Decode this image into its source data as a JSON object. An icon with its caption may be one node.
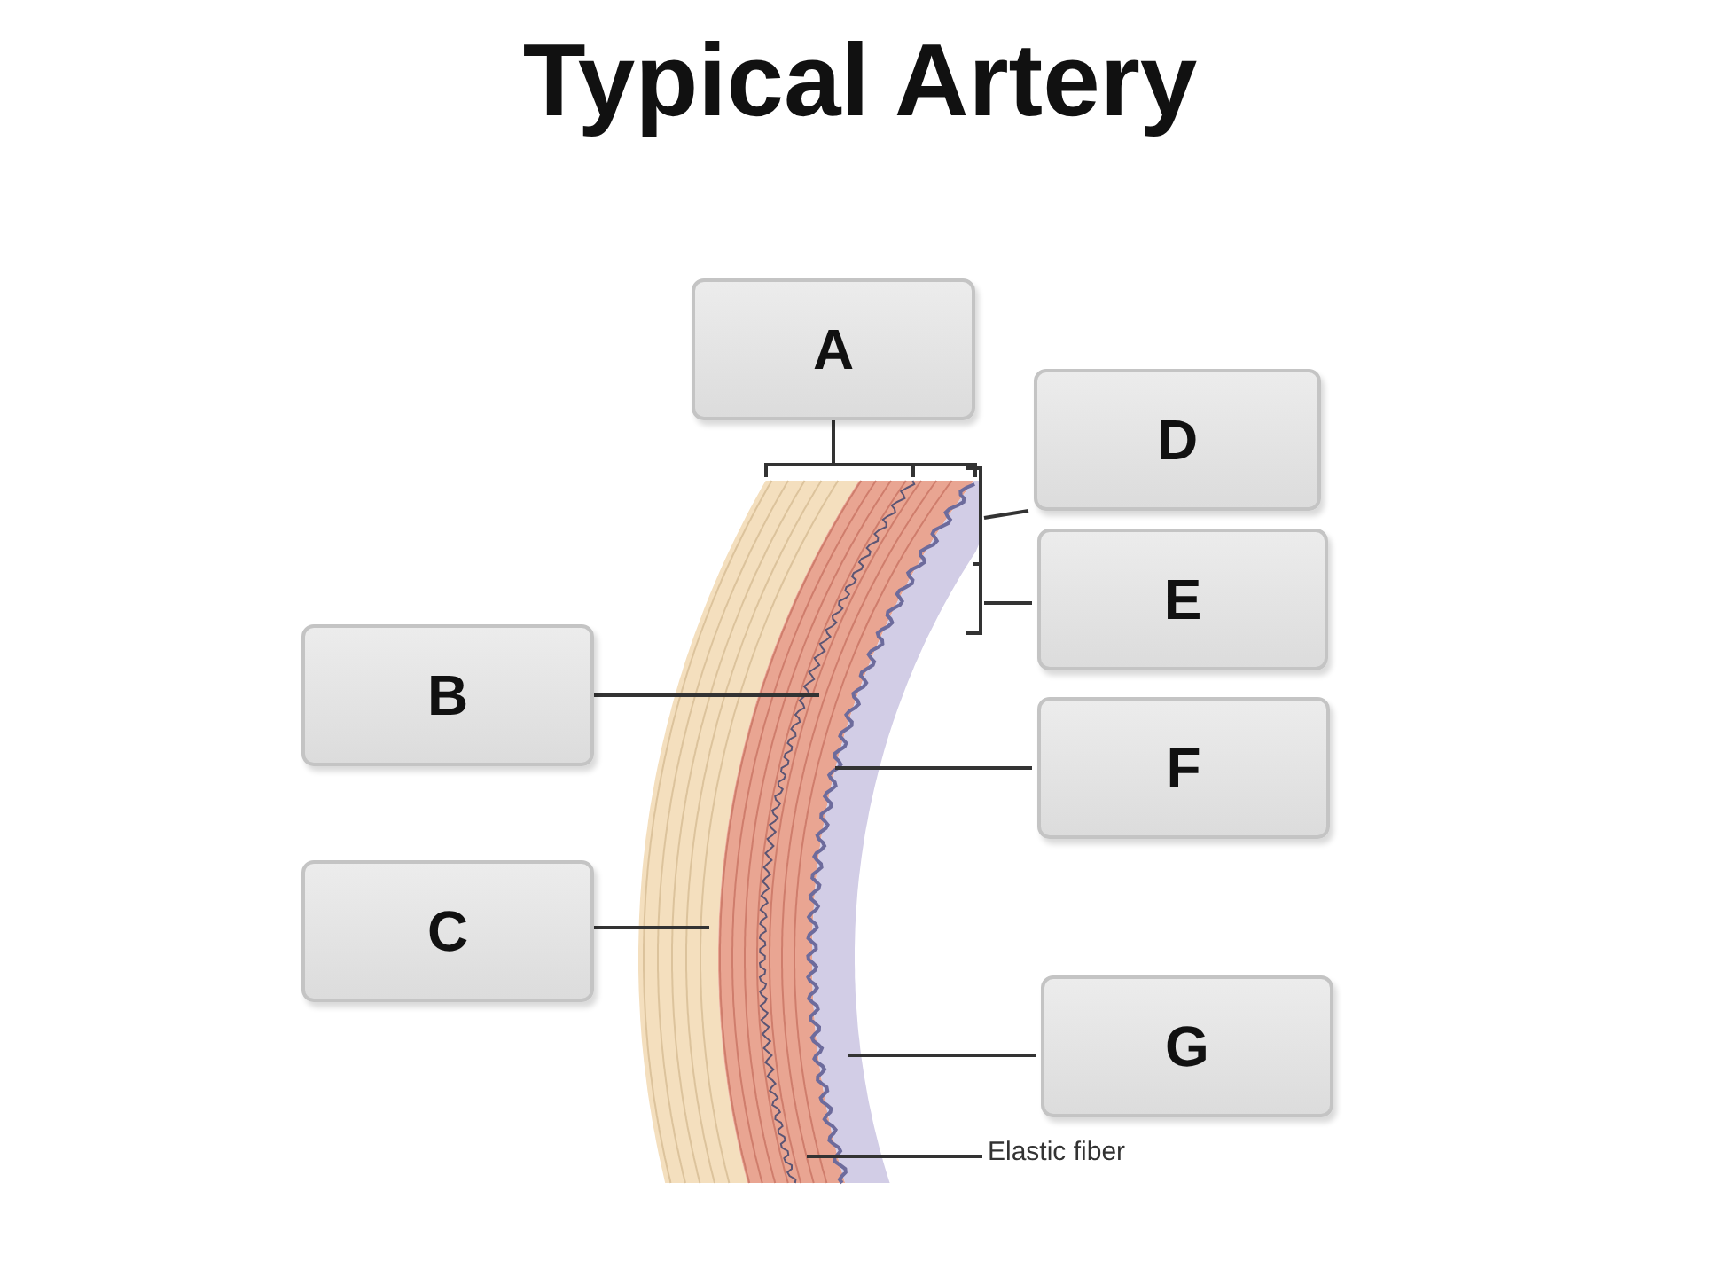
{
  "diagram": {
    "title": "Typical Artery",
    "nodes": [
      {
        "text": [
          "A"
        ]
      },
      {
        "text": [
          "D"
        ]
      },
      {
        "text": [
          "E"
        ]
      },
      {
        "text": [
          "B"
        ]
      },
      {
        "text": [
          "F"
        ]
      },
      {
        "text": [
          "C"
        ]
      },
      {
        "text": [
          "G"
        ]
      },
      {
        "text": [
          "Elastic fiber"
        ]
      },
      {
        "text": [],
        "shape": "bracket"
      },
      {
        "text": [],
        "shape": "bracket"
      },
      {
        "text": [],
        "shape": "bracket"
      },
      {
        "text": [],
        "shape": "band"
      },
      {
        "text": [],
        "shape": "band"
      },
      {
        "text": [],
        "shape": "line"
      },
      {
        "text": [],
        "shape": "band"
      }
    ],
    "edges": [
      {
        "from": 0,
        "to": 8,
        "arrow": "none"
      },
      {
        "from": 1,
        "to": 9,
        "arrow": "none"
      },
      {
        "from": 2,
        "to": 10,
        "arrow": "none"
      },
      {
        "from": 3,
        "to": 12,
        "arrow": "none"
      },
      {
        "from": 4,
        "to": 13,
        "arrow": "none"
      },
      {
        "from": 5,
        "to": 11,
        "arrow": "none"
      },
      {
        "from": 6,
        "to": 14,
        "arrow": "none"
      },
      {
        "from": 7,
        "to": 12,
        "arrow": "none"
      }
    ]
  }
}
